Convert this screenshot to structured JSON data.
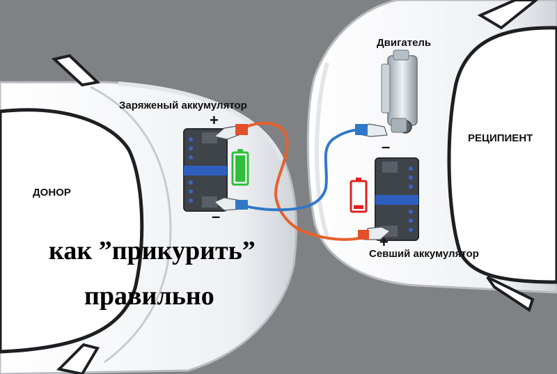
{
  "labels": {
    "charged_battery": "Заряженый аккумулятор",
    "dead_battery": "Севший аккумулятор",
    "engine": "Двигатель",
    "donor": "ДОНОР",
    "recipient": "РЕЦИПИЕНТ",
    "title_line1": "как ”прикурить”",
    "title_line2": "правильно"
  },
  "signs": {
    "donor_plus": "+",
    "donor_minus": "–",
    "engine_minus": "–",
    "dead_plus": "+"
  },
  "colors": {
    "background": "#808184",
    "car_body": "#ffffff",
    "car_outline": "#c9ccd0",
    "window": "#ffffff",
    "positive_cable": "#e8602c",
    "negative_cable": "#2f78c8",
    "battery_case": "#3f444a",
    "battery_charged": "#2fbf3a",
    "battery_empty": "#e02020"
  },
  "indicators": {
    "donor_charge_level": 1.0,
    "recipient_charge_level": 0.15
  }
}
